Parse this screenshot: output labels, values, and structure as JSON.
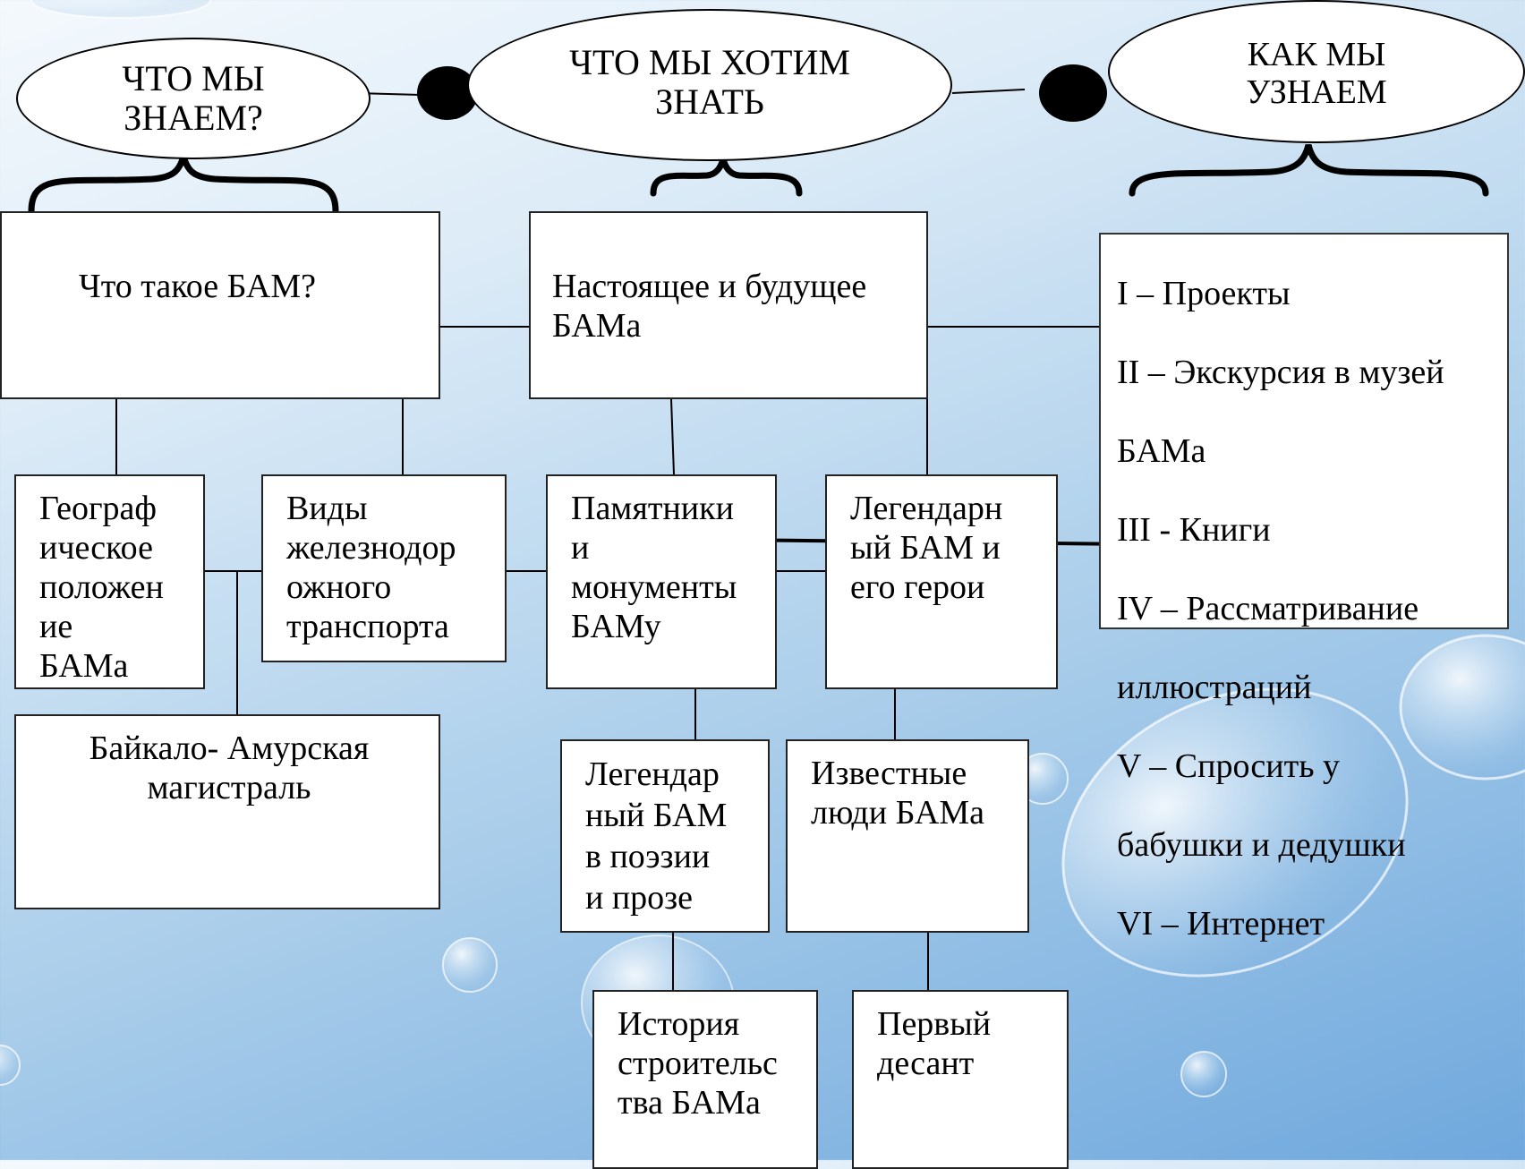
{
  "ovals": {
    "know": "ЧТО МЫ\nЗНАЕМ?",
    "want": "ЧТО МЫ ХОТИМ\nЗНАТЬ",
    "how": "КАК МЫ\nУЗНАЕМ"
  },
  "boxes": {
    "what_is_bam": "Что такое БАМ?",
    "present_future": "Настоящее и будущее\nБАМа",
    "geo": "Географ\nическое\nположен\nие\nБАМа",
    "railway": "Виды\nжелезнодор\nожного\nтранспорта",
    "monuments": "Памятники\nи\nмонументы\nБАМу",
    "legendary_heroes": "Легендарн\nый БАМ и\nего герои",
    "baikal": "Байкало- Амурская\nмагистраль",
    "poetry": "Легендар\nный БАМ\nв поэзии\nи прозе",
    "famous": "Известные\nлюди БАМа",
    "history": "История\nстроительс\nтва БАМа",
    "landing": "Первый\nдесант"
  },
  "methods": [
    "I –  Проекты",
    "II – Экскурсия в музей",
    "БАМа",
    "III -  Книги",
    "IV – Рассматривание",
    "иллюстраций",
    " V – Спросить у",
    "бабушки и дедушки",
    " VI – Интернет"
  ],
  "colors": {
    "background_top": "#f4f9fd",
    "background_bottom": "#6fa8dd",
    "ink": "#000000"
  }
}
